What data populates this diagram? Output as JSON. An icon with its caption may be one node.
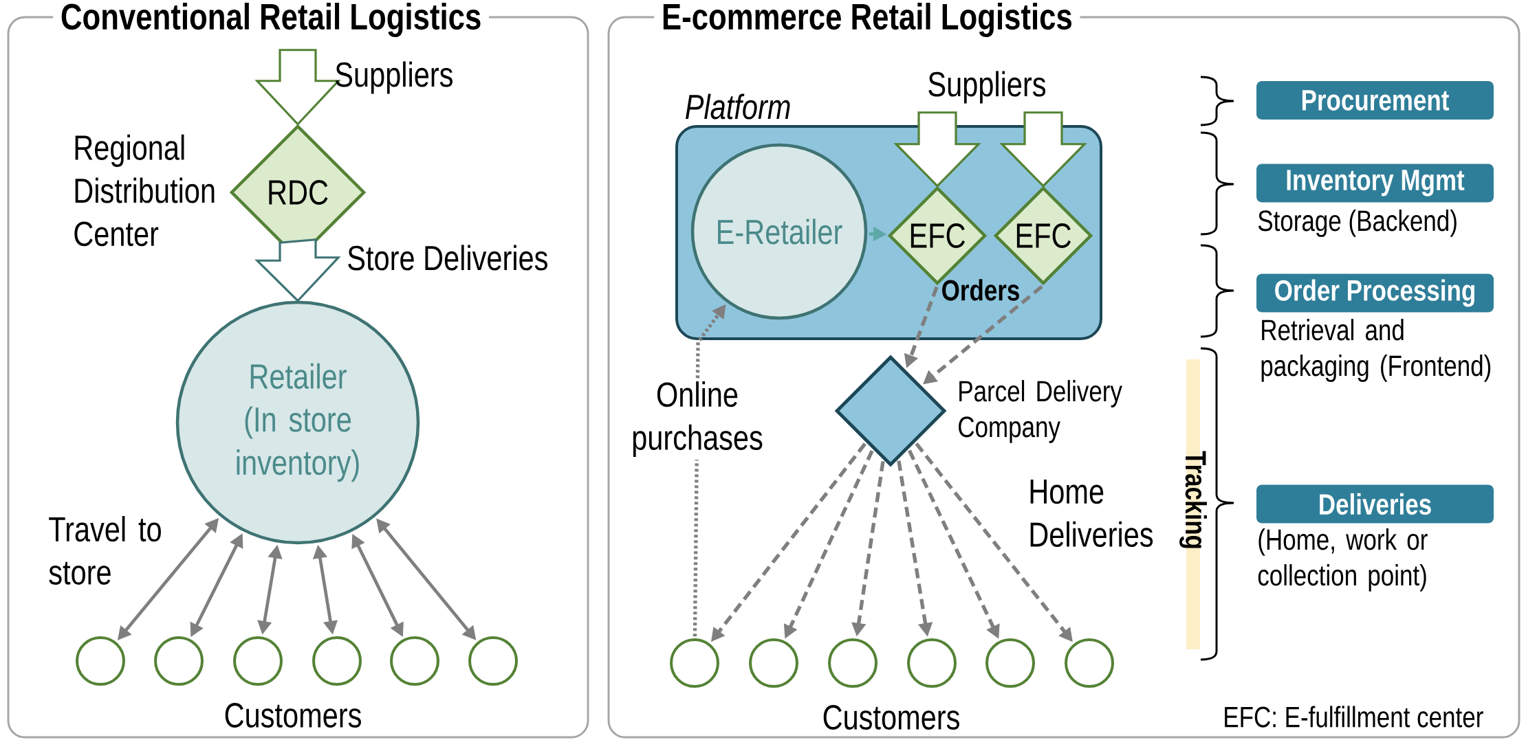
{
  "diagram": {
    "nodes": [
      {
        "text": [
          "Conventional Retail Logistics"
        ]
      },
      {
        "text": [
          "RDC"
        ],
        "beside": [
          "Regional Distribution Center"
        ],
        "in": 0
      },
      {
        "text": [
          "Retailer (In store inventory)"
        ],
        "in": 0
      },
      {
        "text": [],
        "shape": "circle",
        "in": 0
      },
      {
        "text": [],
        "shape": "circle",
        "in": 0
      },
      {
        "text": [],
        "shape": "circle",
        "in": 0
      },
      {
        "text": [],
        "shape": "circle",
        "in": 0
      },
      {
        "text": [],
        "shape": "circle",
        "in": 0
      },
      {
        "text": [],
        "shape": "circle",
        "in": 0
      },
      {
        "text": [
          "E-commerce Retail Logistics"
        ]
      },
      {
        "text": [
          "Platform"
        ],
        "in": 9
      },
      {
        "text": [
          "E-Retailer"
        ],
        "in": 10
      },
      {
        "text": [
          "EFC"
        ],
        "in": 10
      },
      {
        "text": [
          "EFC"
        ],
        "in": 10
      },
      {
        "text": [],
        "shape": "diamond",
        "beside": [
          "Parcel Delivery Company"
        ],
        "in": 9
      },
      {
        "text": [],
        "shape": "circle",
        "in": 9
      },
      {
        "text": [],
        "shape": "circle",
        "in": 9
      },
      {
        "text": [],
        "shape": "circle",
        "in": 9
      },
      {
        "text": [],
        "shape": "circle",
        "in": 9
      },
      {
        "text": [],
        "shape": "circle",
        "in": 9
      },
      {
        "text": [],
        "shape": "circle",
        "in": 9
      },
      {
        "text": [
          "Procurement"
        ],
        "in": 9
      },
      {
        "text": [
          "Inventory Mgmt"
        ],
        "beside": [
          "Storage (Backend)"
        ],
        "in": 9
      },
      {
        "text": [
          "Order Processing"
        ],
        "beside": [
          "Retrieval and packaging (Frontend)"
        ],
        "in": 9
      },
      {
        "text": [
          "Deliveries"
        ],
        "beside": [
          "(Home, work or collection point)"
        ],
        "in": 9
      },
      {
        "text": [
          "Tracking"
        ],
        "in": 9
      }
    ],
    "edges": [
      {
        "from": null,
        "to": 1,
        "arrow": "to",
        "style": "thick",
        "color": "#548235"
      },
      {
        "from": 1,
        "to": 2,
        "arrow": "to",
        "label": "Store Deliveries",
        "style": "thick",
        "color": "#3f7373"
      },
      {
        "from": 2,
        "to": 3,
        "arrow": "both"
      },
      {
        "from": 2,
        "to": 4,
        "arrow": "both"
      },
      {
        "from": 2,
        "to": 5,
        "arrow": "both"
      },
      {
        "from": 2,
        "to": 6,
        "arrow": "both"
      },
      {
        "from": 2,
        "to": 7,
        "arrow": "both"
      },
      {
        "from": 2,
        "to": 8,
        "arrow": "both"
      },
      {
        "from": null,
        "to": 12,
        "arrow": "to",
        "style": "thick",
        "color": "#548235"
      },
      {
        "from": null,
        "to": 13,
        "arrow": "to",
        "style": "thick",
        "color": "#548235"
      },
      {
        "from": 11,
        "to": 12,
        "arrow": "to",
        "color": "#5fa8a8"
      },
      {
        "from": 12,
        "to": 14,
        "arrow": "to",
        "style": "dashed"
      },
      {
        "from": 13,
        "to": 14,
        "arrow": "to",
        "style": "dashed"
      },
      {
        "from": 14,
        "to": 15,
        "arrow": "to",
        "style": "dashed"
      },
      {
        "from": 14,
        "to": 16,
        "arrow": "to",
        "style": "dashed"
      },
      {
        "from": 14,
        "to": 17,
        "arrow": "to",
        "style": "dashed"
      },
      {
        "from": 14,
        "to": 18,
        "arrow": "to",
        "style": "dashed"
      },
      {
        "from": 14,
        "to": 19,
        "arrow": "to",
        "style": "dashed"
      },
      {
        "from": 14,
        "to": 20,
        "arrow": "to",
        "style": "dashed"
      },
      {
        "from": 15,
        "to": 11,
        "arrow": "to",
        "label": "Online purchases",
        "style": "dashed"
      }
    ],
    "labels": [
      "Suppliers",
      "Travel to store",
      "Customers",
      "Suppliers",
      "Orders",
      "Home Deliveries",
      "Customers",
      "EFC: E-fulfillment center"
    ]
  }
}
